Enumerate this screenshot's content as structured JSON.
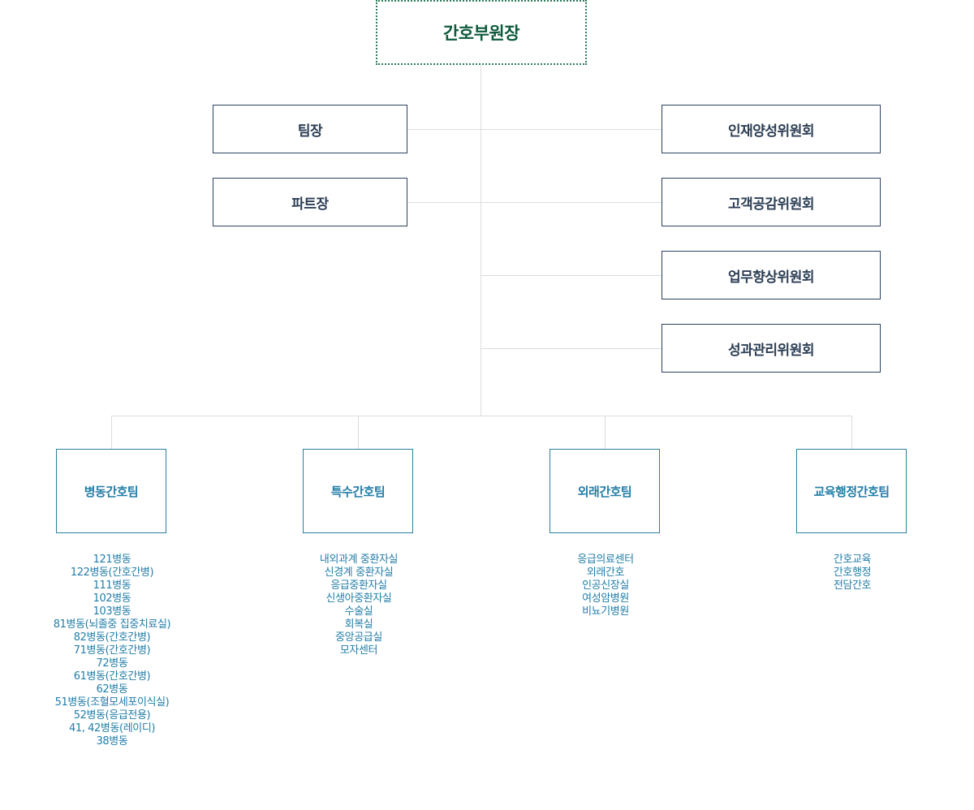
{
  "top": {
    "label": "간호부원장"
  },
  "left_boxes": [
    {
      "label": "팀장"
    },
    {
      "label": "파트장"
    }
  ],
  "right_boxes": [
    {
      "label": "인재양성위원회"
    },
    {
      "label": "고객공감위원회"
    },
    {
      "label": "업무향상위원회"
    },
    {
      "label": "성과관리위원회"
    }
  ],
  "teams": [
    {
      "label": "병동간호팀",
      "items": [
        "121병동",
        "122병동(간호간병)",
        "111병동",
        "102병동",
        "103병동",
        "81병동(뇌졸중 집중치료실)",
        "82병동(간호간병)",
        "71병동(간호간병)",
        "72병동",
        "61병동(간호간병)",
        "62병동",
        "51병동(조혈모세포이식실)",
        "52병동(응급전용)",
        "41, 42병동(레이디)",
        "38병동"
      ]
    },
    {
      "label": "특수간호팀",
      "items": [
        "내외과계 중환자실",
        "신경계 중환자실",
        "응급중환자실",
        "신생아중환자실",
        "수술실",
        "회복실",
        "중앙공급실",
        "모자센터"
      ]
    },
    {
      "label": "외래간호팀",
      "items": [
        "응급의료센터",
        "외래간호",
        "인공신장실",
        "여성암병원",
        "비뇨기병원"
      ]
    },
    {
      "label": "교육행정간호팀",
      "items": [
        "간호교육",
        "간호행정",
        "전담간호"
      ]
    }
  ]
}
